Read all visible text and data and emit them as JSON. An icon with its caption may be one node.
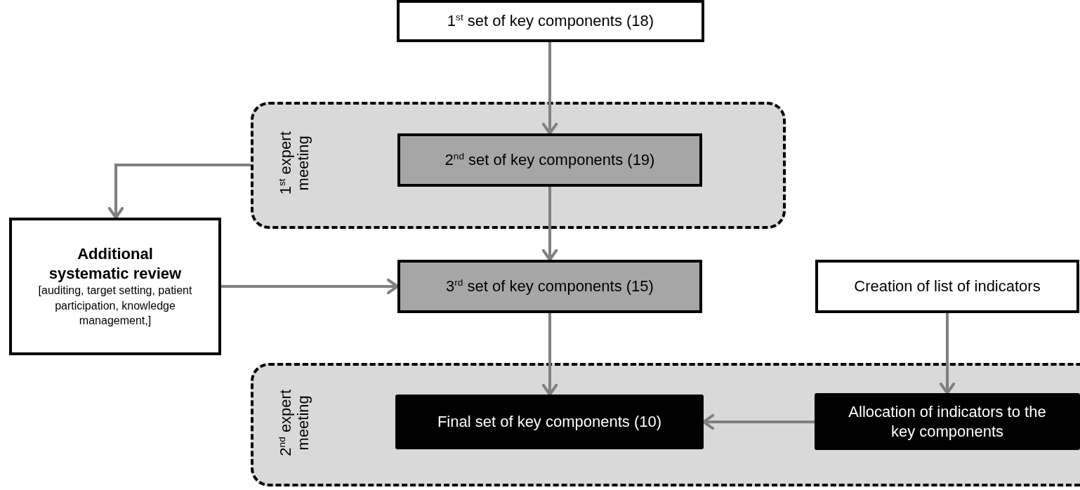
{
  "diagram": {
    "nodes": [
      {
        "text": [
          "1$^{st}$ expert meeting"
        ]
      },
      {
        "text": [
          "1$^{st}$ set of key components (18)"
        ]
      },
      {
        "text": [
          "2$^{nd}$ set of key components (19)"
        ],
        "in": 0
      },
      {
        "text": [
          "Additional systematic review",
          "[auditing, target setting, patient participation, knowledge management,]"
        ]
      },
      {
        "text": [
          "3$^{rd}$ set of key components (15)"
        ]
      },
      {
        "text": [
          "Creation of list of indicators"
        ]
      },
      {
        "text": [
          "2$^{nd}$ expert meeting"
        ]
      },
      {
        "text": [
          "Final set of key components (10)"
        ],
        "in": 6
      },
      {
        "text": [
          "Allocation of indicators to the key components"
        ],
        "in": 6
      }
    ],
    "edges": [
      {
        "from": 1,
        "to": 2,
        "arrow": "to"
      },
      {
        "from": 2,
        "to": 4,
        "arrow": "to"
      },
      {
        "from": 0,
        "to": 3,
        "arrow": "to"
      },
      {
        "from": 3,
        "to": 4,
        "arrow": "to"
      },
      {
        "from": 4,
        "to": 7,
        "arrow": "to"
      },
      {
        "from": 5,
        "to": 8,
        "arrow": "to"
      },
      {
        "from": 8,
        "to": 7,
        "arrow": "to"
      }
    ]
  }
}
